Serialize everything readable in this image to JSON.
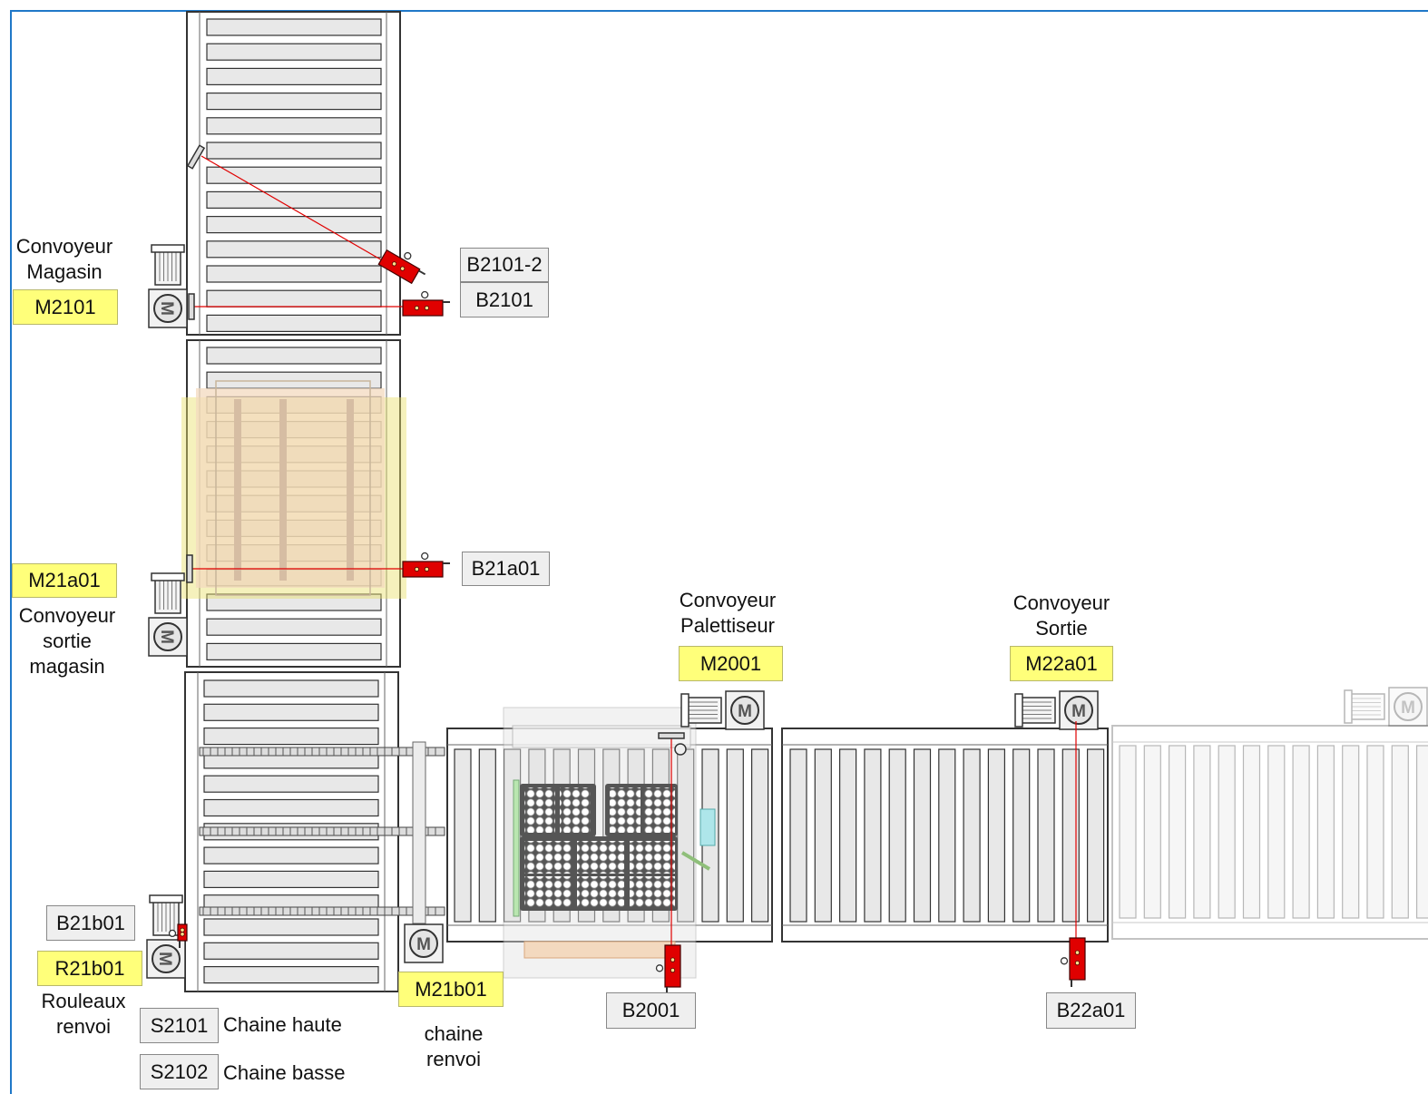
{
  "labels": {
    "conv_magasin": [
      "Convoyeur",
      "Magasin"
    ],
    "conv_sortie_magasin": [
      "Convoyeur",
      "sortie",
      "magasin"
    ],
    "conv_palettiseur": [
      "Convoyeur",
      "Palettiseur"
    ],
    "conv_sortie": [
      "Convoyeur",
      "Sortie"
    ],
    "rouleaux_renvoi": [
      "Rouleaux",
      "renvoi"
    ],
    "chaine_renvoi": [
      "chaine",
      "renvoi"
    ],
    "chaine_haute": "Chaine haute",
    "chaine_basse": "Chaine basse"
  },
  "motors": {
    "m2101": "M2101",
    "m21a01": "M21a01",
    "m2001": "M2001",
    "m22a01": "M22a01",
    "m21b01": "M21b01",
    "r21b01": "R21b01"
  },
  "sensors": {
    "b2101_2": "B2101-2",
    "b2101": "B2101",
    "b21a01": "B21a01",
    "b21b01": "B21b01",
    "b2001": "B2001",
    "b22a01": "B22a01",
    "s2101": "S2101",
    "s2102": "S2102"
  },
  "motor_glyph": "M",
  "colors": {
    "frame": "#1f78c8",
    "motor_label": "#ffff7a",
    "sensor_label": "#efefef",
    "sensor_body": "#e00000",
    "beam": "#e00000",
    "pallet": "#f3d9bf"
  }
}
